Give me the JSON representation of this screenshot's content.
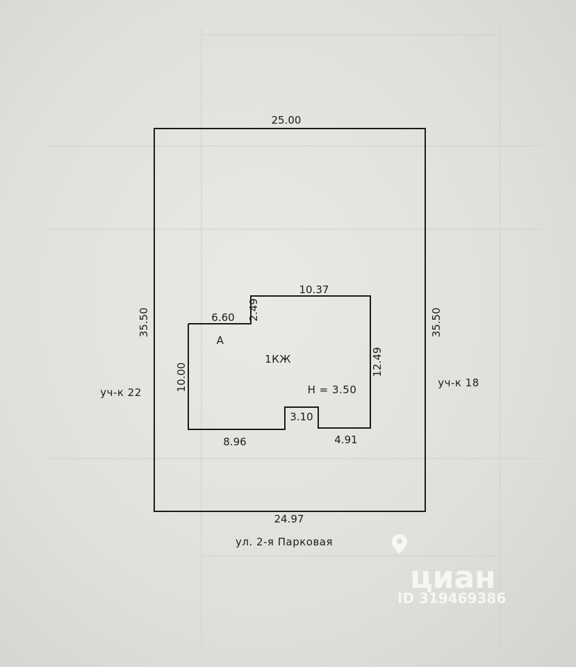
{
  "plot": {
    "top_width": "25.00",
    "bottom_width": "24.97",
    "left_depth": "35.50",
    "right_depth": "35.50",
    "neighbor_left": "уч-к 22",
    "neighbor_right": "уч-к 18",
    "street": "ул. 2-я Парковая"
  },
  "building": {
    "letter": "А",
    "type": "1КЖ",
    "height": "H = 3.50",
    "dim_top_right": "10.37",
    "dim_top_left": "6.60",
    "dim_step": "2.49",
    "dim_left": "10.00",
    "dim_right": "12.49",
    "dim_notch": "3.10",
    "dim_bottom_left": "8.96",
    "dim_bottom_right": "4.91"
  },
  "watermark": {
    "brand": "циан",
    "id_text": "ID 319469386",
    "icon": "map-pin-icon"
  }
}
